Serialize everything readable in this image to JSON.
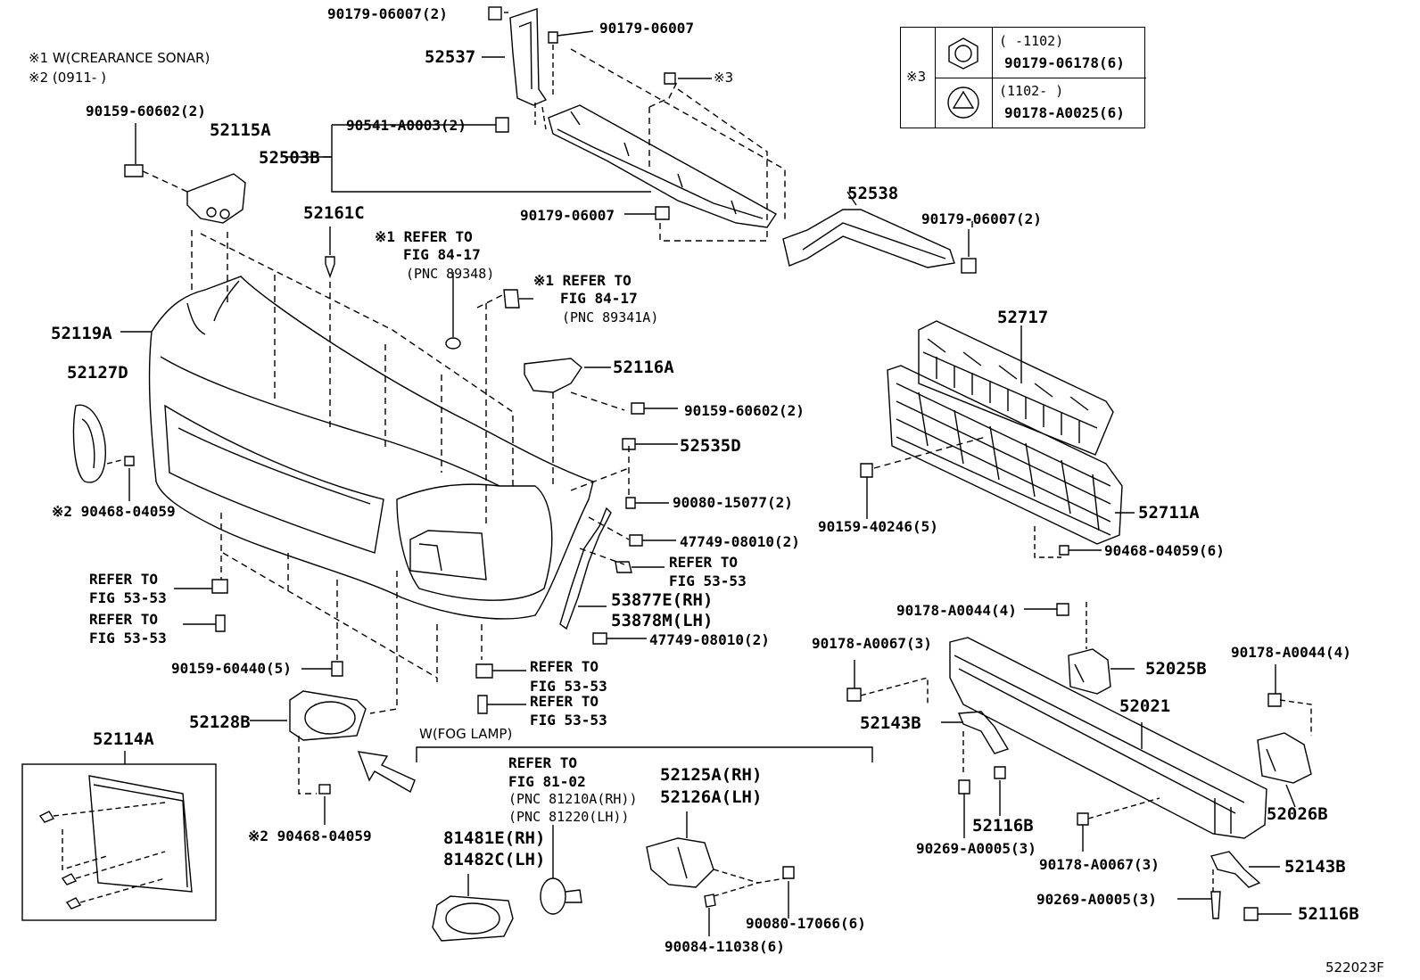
{
  "notes": {
    "n1": "※1 W(CREARANCE SONAR)",
    "n2": "※2 (0911-        )",
    "fog_lamp": "W(FOG LAMP)",
    "fig_id": "522023F"
  },
  "legend": {
    "mark": "※3",
    "row1_range": "(      -1102)",
    "row1_part": "90179-06178(6)",
    "row2_range": "(1102-      )",
    "row2_part": "90178-A0025(6)"
  },
  "labels": {
    "l_90179_06007_2a": "90179-06007(2)",
    "l_90179_06007_a": "90179-06007",
    "l_52537": "52537",
    "l_mark3": "※3",
    "l_90159_60602_2a": "90159-60602(2)",
    "l_52115A": "52115A",
    "l_90541": "90541-A0003(2)",
    "l_52503B": "52503B",
    "l_52538": "52538",
    "l_90179_06007_b": "90179-06007",
    "l_90179_06007_2b": "90179-06007(2)",
    "l_52161C": "52161C",
    "l_ref1a_1": "※1 REFER TO",
    "l_ref1a_2": "FIG 84-17",
    "l_ref1a_3": "(PNC 89348)",
    "l_ref1b_1": "※1 REFER TO",
    "l_ref1b_2": "FIG 84-17",
    "l_ref1b_3": "(PNC 89341A)",
    "l_52119A": "52119A",
    "l_52127D": "52127D",
    "l_52116A": "52116A",
    "l_90159_60602_2b": "90159-60602(2)",
    "l_52717": "52717",
    "l_52535D": "52535D",
    "l_90080_15077": "90080-15077(2)",
    "l_90159_40246": "90159-40246(5)",
    "l_52711A": "52711A",
    "l_90468_04059_a": "※2 90468-04059",
    "l_47749_08010_a": "47749-08010(2)",
    "l_ref5353_a1": "REFER TO",
    "l_ref5353_a2": "FIG 53-53",
    "l_90468_04059_6": "90468-04059(6)",
    "l_ref5353_b1": "REFER TO",
    "l_ref5353_b2": "FIG 53-53",
    "l_ref5353_c1": "REFER TO",
    "l_ref5353_c2": "FIG 53-53",
    "l_53877E": "53877E(RH)",
    "l_53878M": "53878M(LH)",
    "l_90178_A0044_4a": "90178-A0044(4)",
    "l_47749_08010_b": "47749-08010(2)",
    "l_90178_A0067_3a": "90178-A0067(3)",
    "l_52025B": "52025B",
    "l_90178_A0044_4b": "90178-A0044(4)",
    "l_90159_60440": "90159-60440(5)",
    "l_ref5353_d1": "REFER TO",
    "l_ref5353_d2": "FIG 53-53",
    "l_ref5353_e1": "REFER TO",
    "l_ref5353_e2": "FIG 53-53",
    "l_52128B": "52128B",
    "l_52021": "52021",
    "l_52143B_a": "52143B",
    "l_52114A": "52114A",
    "l_ref8102_1": "REFER TO",
    "l_ref8102_2": "FIG 81-02",
    "l_ref8102_3": "(PNC 81210A(RH))",
    "l_ref8102_4": "(PNC 81220(LH))",
    "l_52125A": "52125A(RH)",
    "l_52126A": "52126A(LH)",
    "l_52026B": "52026B",
    "l_52116B_a": "52116B",
    "l_90468_04059_b": "※2 90468-04059",
    "l_81481E": "81481E(RH)",
    "l_81482C": "81482C(LH)",
    "l_90269_a": "90269-A0005(3)",
    "l_90178_A0067_3b": "90178-A0067(3)",
    "l_52143B_b": "52143B",
    "l_90080_17066": "90080-17066(6)",
    "l_90269_b": "90269-A0005(3)",
    "l_52116B_b": "52116B",
    "l_90084_11038": "90084-11038(6)"
  }
}
